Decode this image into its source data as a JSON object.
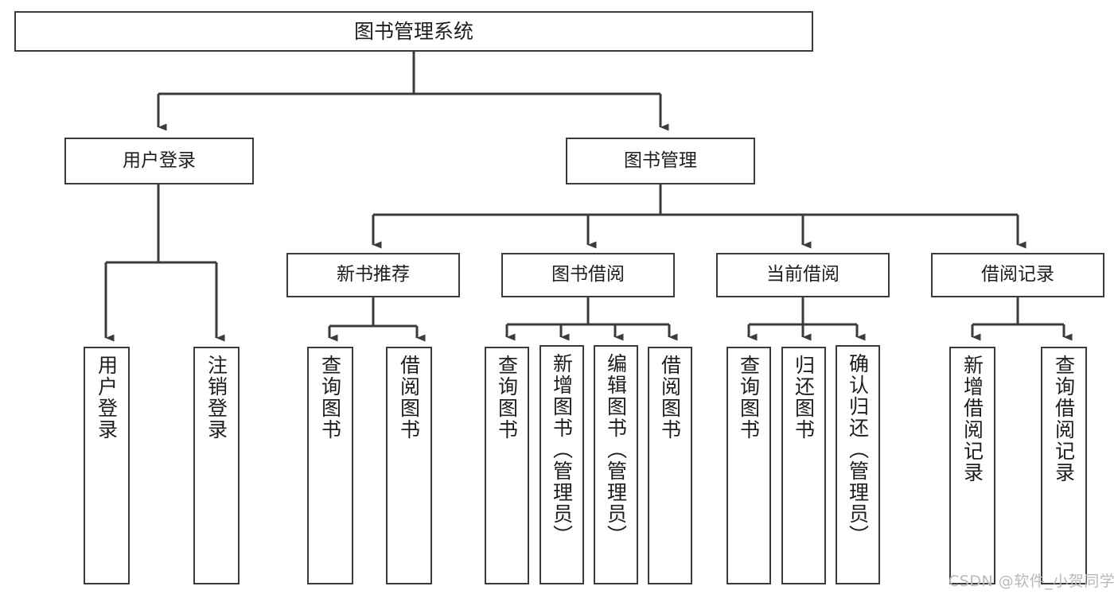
{
  "diagram": {
    "title": "图书管理系统",
    "type": "hierarchy-tree",
    "background_color": "#ffffff",
    "line_color": "#3b3b3b",
    "text_color": "#1d1d1d"
  },
  "nodes": {
    "root": {
      "label": "图书管理系统"
    },
    "level2": [
      {
        "id": "user-login",
        "label": "用户登录"
      },
      {
        "id": "book-manage",
        "label": "图书管理"
      }
    ],
    "level3": [
      {
        "id": "new-book-rec",
        "label": "新书推荐"
      },
      {
        "id": "book-borrow",
        "label": "图书借阅"
      },
      {
        "id": "current-borrow",
        "label": "当前借阅"
      },
      {
        "id": "borrow-record",
        "label": "借阅记录"
      }
    ],
    "leaves": {
      "user_login": [
        {
          "id": "leaf-user-login",
          "label": "用户登录"
        },
        {
          "id": "leaf-logout",
          "label": "注销登录"
        }
      ],
      "new_book_rec": [
        {
          "id": "leaf-query-book-1",
          "label": "查询图书"
        },
        {
          "id": "leaf-borrow-book-1",
          "label": "借阅图书"
        }
      ],
      "book_borrow": [
        {
          "id": "leaf-query-book-2",
          "label": "查询图书"
        },
        {
          "id": "leaf-add-book",
          "label": "新增图书（管理员）"
        },
        {
          "id": "leaf-edit-book",
          "label": "编辑图书（管理员）"
        },
        {
          "id": "leaf-borrow-book-2",
          "label": "借阅图书"
        }
      ],
      "current_borrow": [
        {
          "id": "leaf-query-book-3",
          "label": "查询图书"
        },
        {
          "id": "leaf-return-book",
          "label": "归还图书"
        },
        {
          "id": "leaf-confirm-return",
          "label": "确认归还（管理员）"
        }
      ],
      "borrow_record": [
        {
          "id": "leaf-add-record",
          "label": "新增借阅记录"
        },
        {
          "id": "leaf-query-record",
          "label": "查询借阅记录"
        }
      ]
    }
  },
  "watermark": {
    "text": "CSDN @软件_小贺同学"
  }
}
